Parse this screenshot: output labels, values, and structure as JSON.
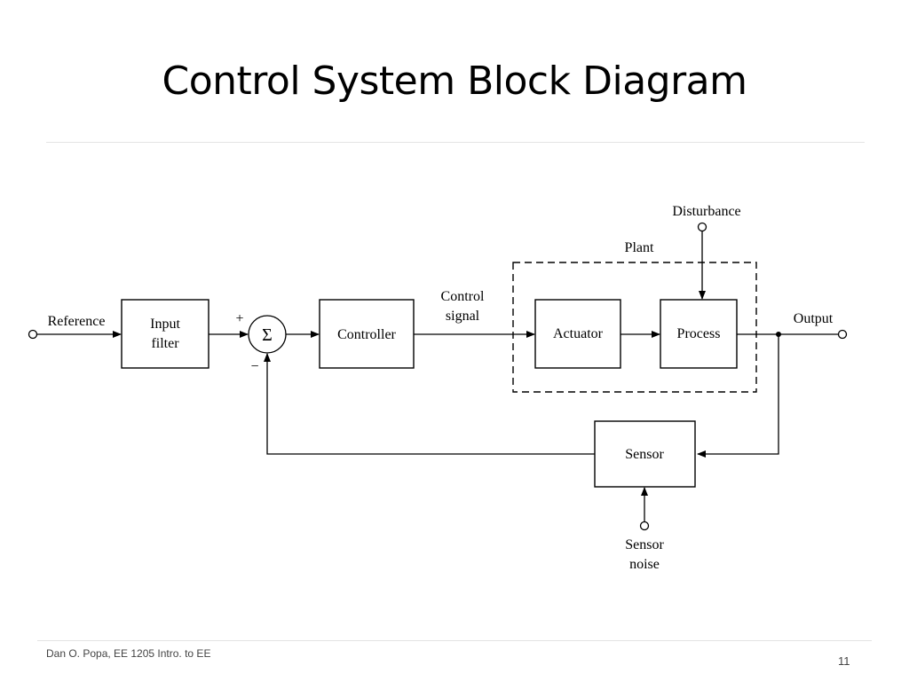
{
  "slide": {
    "title": "Control System Block Diagram",
    "footer": "Dan O. Popa, EE 1205 Intro. to EE",
    "page_number": "11"
  },
  "diagram": {
    "inputs": {
      "reference": "Reference"
    },
    "blocks": {
      "input_filter": [
        "Input",
        "filter"
      ],
      "summing_junction": "Σ",
      "controller": "Controller",
      "actuator": "Actuator",
      "process": "Process",
      "sensor": "Sensor"
    },
    "signs": {
      "plus": "+",
      "minus": "−"
    },
    "signals": {
      "control_signal": [
        "Control",
        "signal"
      ],
      "output": "Output",
      "disturbance": "Disturbance",
      "sensor_noise": [
        "Sensor",
        "noise"
      ]
    },
    "groups": {
      "plant": "Plant"
    }
  }
}
